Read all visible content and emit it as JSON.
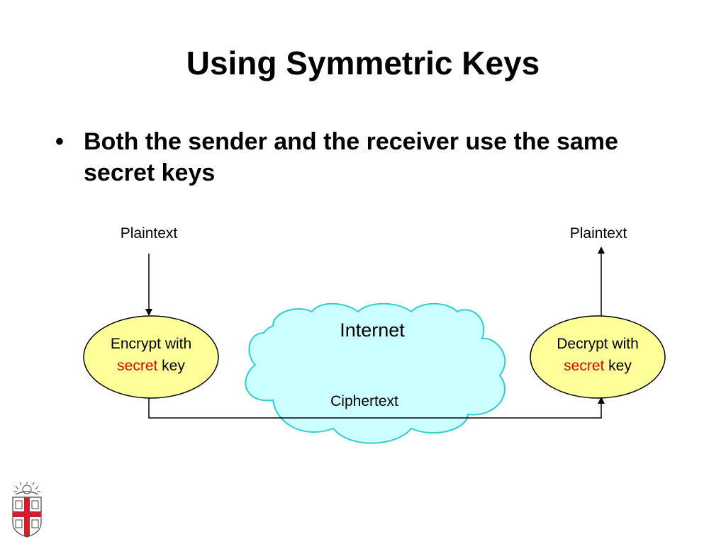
{
  "slide": {
    "title": "Using Symmetric Keys",
    "bullet_symbol": "•",
    "bullet_text": "Both the sender and the receiver use the same secret keys"
  },
  "diagram": {
    "sender_plaintext_label": "Plaintext",
    "receiver_plaintext_label": "Plaintext",
    "encrypt_node": {
      "line1": "Encrypt with",
      "emphasis": "secret",
      "suffix": " key"
    },
    "decrypt_node": {
      "line1": "Decrypt with",
      "emphasis": "secret",
      "suffix": " key"
    },
    "network_label": "Internet",
    "channel_label": "Ciphertext",
    "colors": {
      "node_fill": "#ffff99",
      "cloud_fill": "#ccffff",
      "cloud_stroke": "#33cccc",
      "emphasis_text": "#ee0000"
    }
  },
  "logo": {
    "name": "shield-crest-logo"
  }
}
